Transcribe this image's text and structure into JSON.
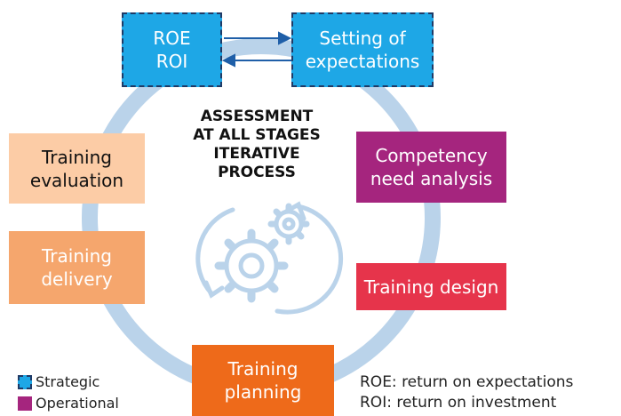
{
  "colors": {
    "ring": "#bad3ea",
    "strategic": "#1ea7e6",
    "strategic_border": "#1f3a66",
    "arrow": "#1f5fa8",
    "evaluation": "#fccca6",
    "delivery": "#f5a66d",
    "planning": "#ee6a1a",
    "competency": "#a5257e",
    "design": "#e6344b",
    "gear": "#bad3ea"
  },
  "boxes": {
    "roe_roi": "ROE\nROI",
    "setting_expectations": "Setting of\nexpectations",
    "competency_need": "Competency\nneed analysis",
    "training_design": "Training design",
    "training_planning": "Training\nplanning",
    "training_delivery": "Training\ndelivery",
    "training_evaluation": "Training\nevaluation"
  },
  "center": {
    "title": "ASSESSMENT\nAT ALL STAGES\nITERATIVE\nPROCESS",
    "icon": "cycling-gears-icon"
  },
  "legend": {
    "strategic": "Strategic",
    "operational": "Operational"
  },
  "abbreviations": {
    "roe": "ROE: return on expectations",
    "roi": "ROI: return on investment"
  }
}
